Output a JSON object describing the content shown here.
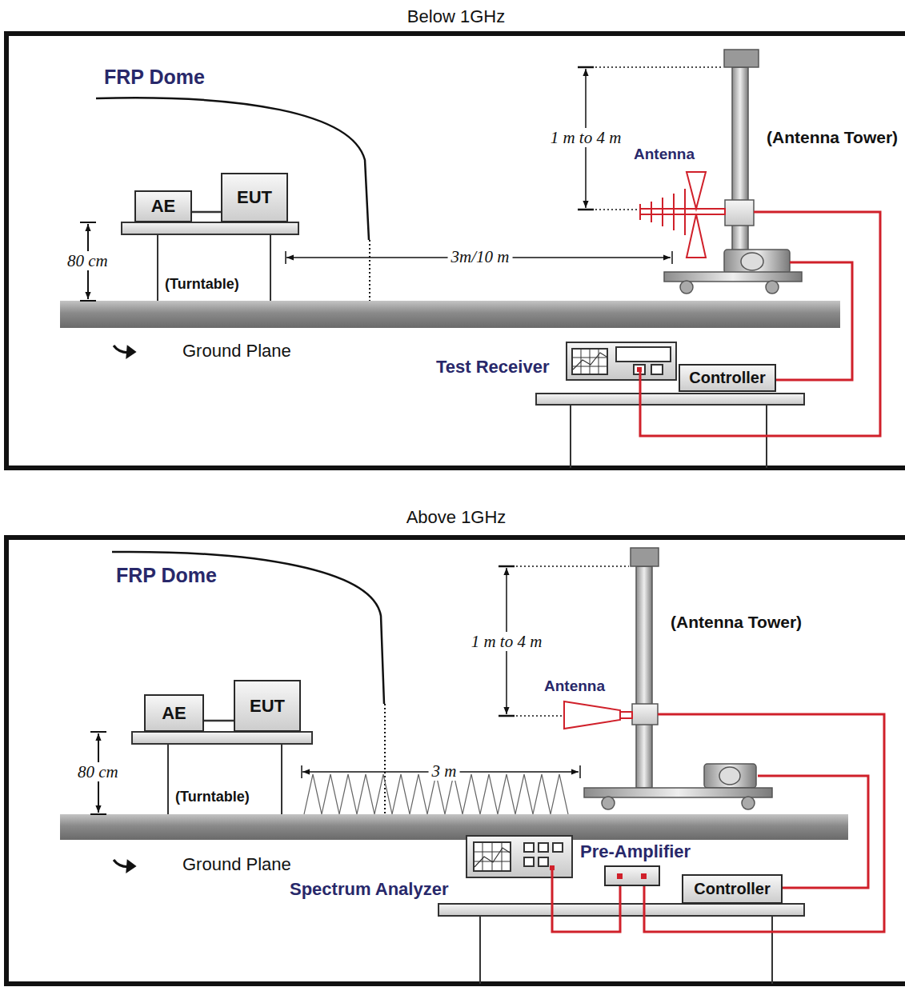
{
  "diagram": {
    "nodes": [
      {
        "text": [
          "AE"
        ]
      },
      {
        "text": [
          "EUT"
        ]
      },
      {
        "text": [
          "Test Receiver"
        ]
      },
      {
        "text": [
          "Controller"
        ]
      },
      {
        "text": [
          "AE"
        ]
      },
      {
        "text": [
          "EUT"
        ]
      },
      {
        "text": [
          "Spectrum Analyzer"
        ]
      },
      {
        "text": [
          "Pre-Amplifier"
        ]
      },
      {
        "text": [
          "Controller"
        ]
      }
    ],
    "edges": [
      {
        "from": 0,
        "to": 1,
        "arrow": "none"
      },
      {
        "from": 4,
        "to": 5,
        "arrow": "none"
      },
      {
        "from": 6,
        "to": 7,
        "arrow": "none"
      }
    ],
    "labels": [
      "Below 1GHz",
      "FRP Dome",
      "1 m to 4 m",
      "(Antenna Tower)",
      "Antenna",
      "80 cm",
      "(Turntable)",
      "3m/10 m",
      "Ground Plane",
      "Above 1GHz",
      "FRP Dome",
      "1 m to 4 m",
      "(Antenna Tower)",
      "Antenna",
      "80 cm",
      "(Turntable)",
      "3 m",
      "Ground Plane"
    ]
  }
}
